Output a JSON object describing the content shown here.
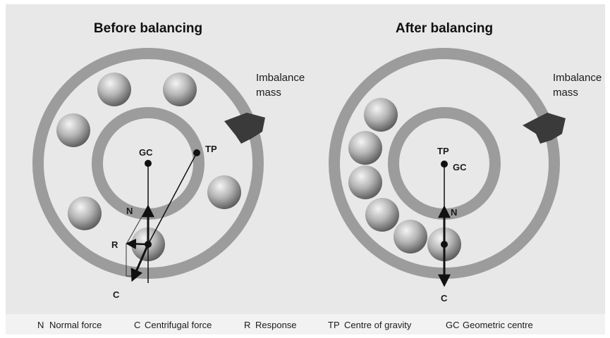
{
  "panels": {
    "before": {
      "title": "Before balancing",
      "imbalance_label": [
        "Imbalance",
        "mass"
      ],
      "gc_label": "GC",
      "tp_label": "TP",
      "normal_label": "N",
      "response_label": "R",
      "centrifugal_label": "C"
    },
    "after": {
      "title": "After balancing",
      "imbalance_label": [
        "Imbalance",
        "mass"
      ],
      "tp_label": "TP",
      "gc_label": "GC",
      "normal_label": "N",
      "centrifugal_label": "C"
    }
  },
  "legend": [
    {
      "abbr": "N",
      "text": "Normal force"
    },
    {
      "abbr": "C",
      "text": "Centrifugal force"
    },
    {
      "abbr": "R",
      "text": "Response"
    },
    {
      "abbr": "TP",
      "text": "Centre of gravity"
    },
    {
      "abbr": "GC",
      "text": "Geometric centre"
    }
  ],
  "colors": {
    "panel_bg": "#e8e8e8",
    "ring": "#9c9c9c",
    "mass": "#3a3a3a",
    "arrow": "#111111"
  }
}
